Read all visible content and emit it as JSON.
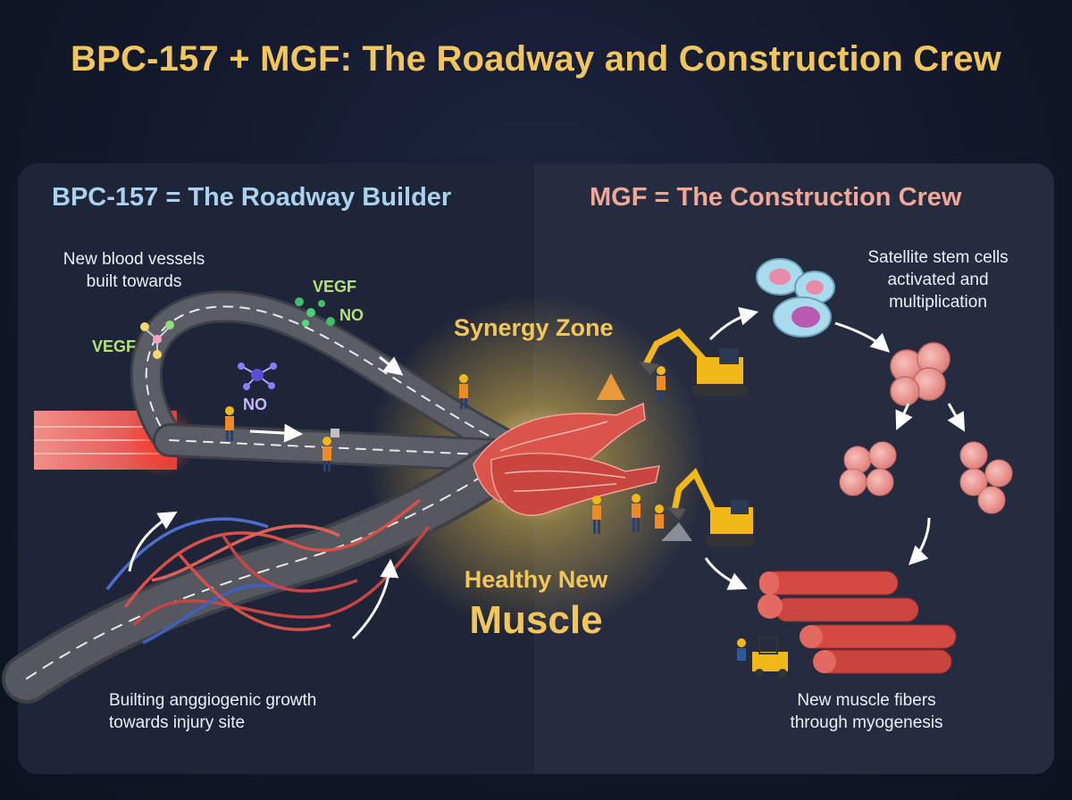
{
  "title": "BPC-157 + MGF: The Roadway and Construction Crew",
  "left_panel": {
    "heading": "BPC-157 = The Roadway Builder",
    "caption_top_line1": "New blood vessels",
    "caption_top_line2": "built towards",
    "caption_bottom_line1": "Builting anggiogenic growth",
    "caption_bottom_line2": "towards injury site",
    "vegf_label_1": "VEGF",
    "vegf_label_2": "VEGF",
    "no_label_1": "NO",
    "no_label_2": "NO"
  },
  "center": {
    "synergy": "Synergy Zone",
    "healthy": "Healthy New",
    "muscle": "Muscle"
  },
  "right_panel": {
    "heading": "MGF = The Construction Crew",
    "caption_top_line1": "Satellite stem cells",
    "caption_top_line2": "activated and",
    "caption_top_line3": "multiplication",
    "caption_bottom_line1": "New muscle fibers",
    "caption_bottom_line2": "through myogenesis"
  },
  "colors": {
    "title": "#f2c65a",
    "left_heading": "#a9d2ef",
    "right_heading": "#f0a898",
    "muscle_red": "#d9544a",
    "road_gray": "#4a4d55",
    "excavator_yellow": "#f2b818"
  }
}
